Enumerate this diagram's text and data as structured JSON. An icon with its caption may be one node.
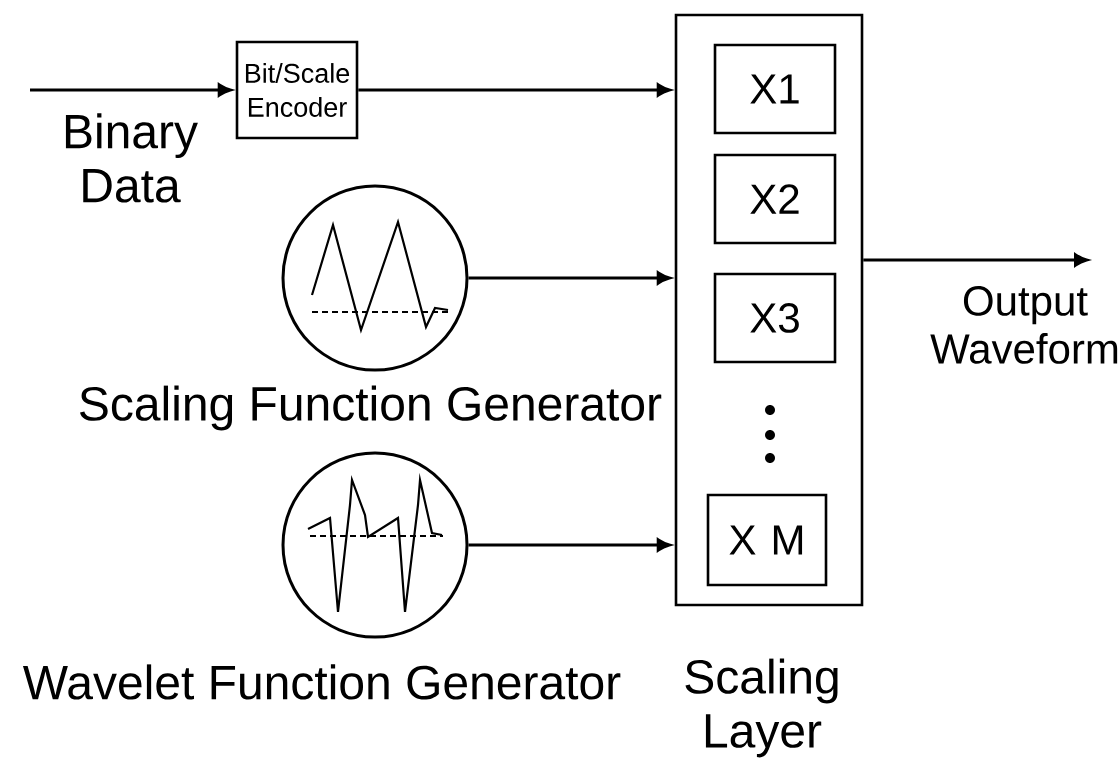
{
  "diagram": {
    "nodes": [
      {
        "text": [
          "Bit/Scale Encoder"
        ]
      },
      {
        "text": [
          "Scaling Function Generator"
        ]
      },
      {
        "text": [
          "Wavelet Function Generator"
        ]
      },
      {
        "text": [
          "Scaling Layer"
        ]
      },
      {
        "text": [
          "X1"
        ],
        "in": 3
      },
      {
        "text": [
          "X2"
        ],
        "in": 3
      },
      {
        "text": [
          "X3"
        ],
        "in": 3
      },
      {
        "text": [
          "X M"
        ],
        "in": 3
      }
    ],
    "edges": [
      {
        "from": null,
        "to": 0,
        "arrow": "to"
      },
      {
        "from": 0,
        "to": 3,
        "arrow": "to"
      },
      {
        "from": 1,
        "to": 3,
        "arrow": "to"
      },
      {
        "from": 2,
        "to": 3,
        "arrow": "to"
      },
      {
        "from": 3,
        "to": null,
        "arrow": "to"
      }
    ],
    "labels": [
      "Binary Data",
      "Output Waveform"
    ]
  }
}
